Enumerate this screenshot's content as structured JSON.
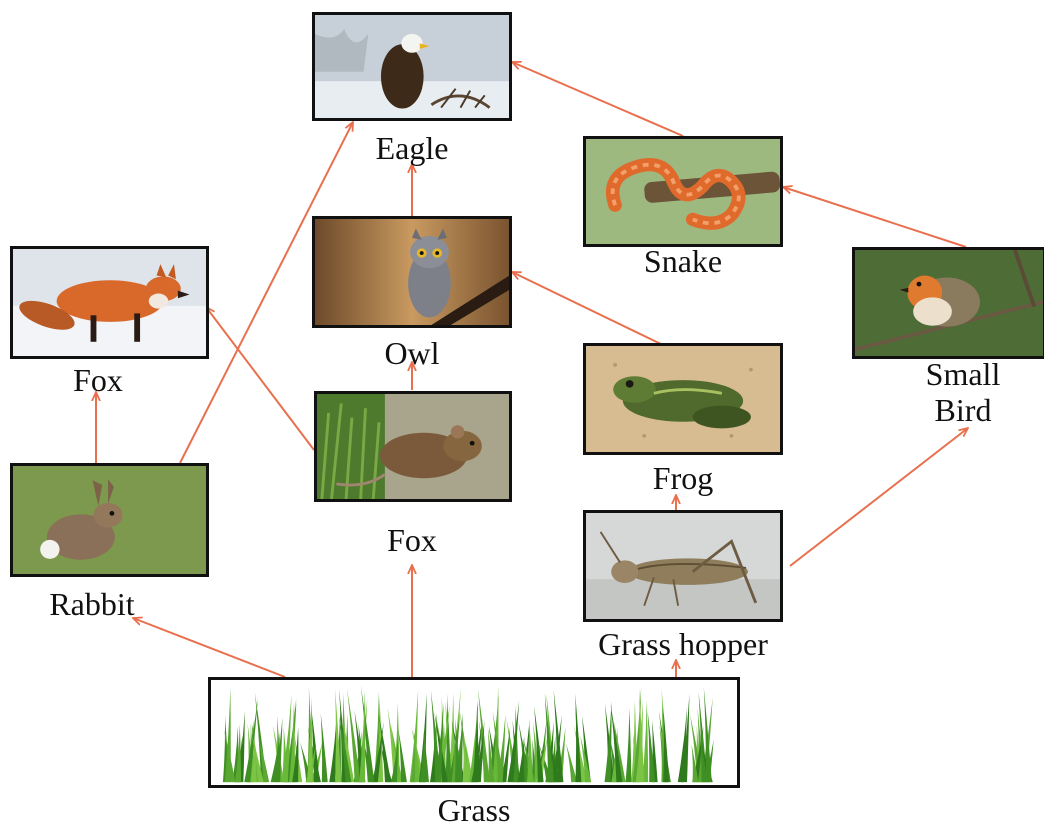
{
  "labels": {
    "eagle": "Eagle",
    "snake": "Snake",
    "fox_top": "Fox",
    "owl": "Owl",
    "small_bird_1": "Small",
    "small_bird_2": "Bird",
    "frog": "Frog",
    "fox_mid": "Fox",
    "rabbit": "Rabbit",
    "grasshopper": "Grass hopper",
    "grass": "Grass"
  },
  "colors": {
    "arrow": "#e8704e",
    "frame": "#111111"
  },
  "icons": {
    "eagle": "eagle-photo",
    "snake": "snake-photo",
    "fox_top": "fox-photo",
    "owl": "owl-photo",
    "small_bird": "robin-photo",
    "frog": "frog-photo",
    "fox_mid": "mouse-photo",
    "rabbit": "rabbit-photo",
    "grasshopper": "grasshopper-photo",
    "grass": "grass-illustration"
  }
}
